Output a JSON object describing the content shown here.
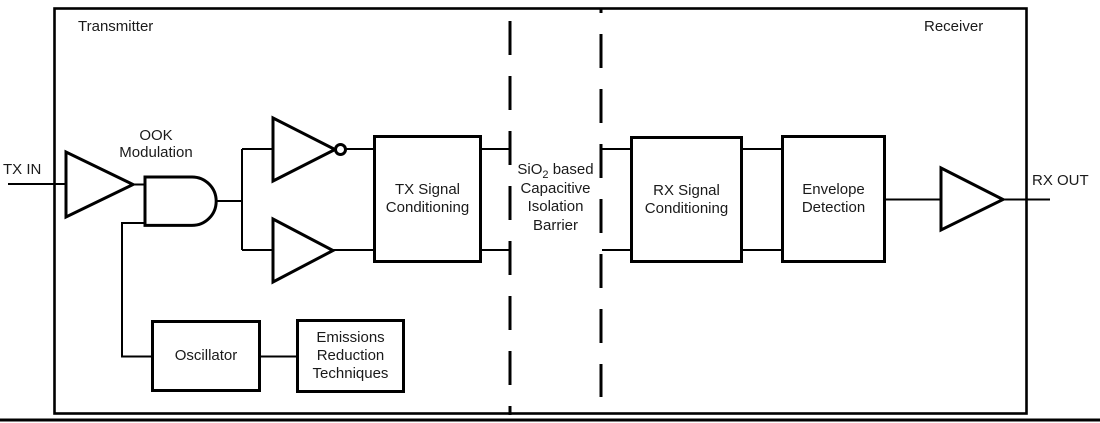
{
  "diagram": {
    "title_regions": {
      "transmitter": "Transmitter",
      "receiver": "Receiver"
    },
    "ports": {
      "tx_in": "TX IN",
      "rx_out": "RX OUT"
    },
    "annotations": {
      "ook_line1": "OOK",
      "ook_line2": "Modulation",
      "barrier_line1_pre": "SiO",
      "barrier_line1_sub": "2",
      "barrier_line1_post": " based",
      "barrier_line2": "Capacitive",
      "barrier_line3": "Isolation",
      "barrier_line4": "Barrier"
    },
    "blocks": {
      "tx_cond": {
        "line1": "TX Signal",
        "line2": "Conditioning"
      },
      "rx_cond": {
        "line1": "RX Signal",
        "line2": "Conditioning"
      },
      "envelope": {
        "line1": "Envelope",
        "line2": "Detection"
      },
      "oscillator": {
        "line1": "Oscillator"
      },
      "emissions": {
        "line1": "Emissions",
        "line2": "Reduction",
        "line3": "Techniques"
      }
    },
    "symbols": {
      "input_buffer": "buffer-amplifier",
      "modulator": "and-gate",
      "top_driver": "inverter",
      "bottom_driver": "buffer-amplifier",
      "output_buffer": "buffer-amplifier",
      "isolation_barrier": "dashed-capacitive-barrier"
    },
    "colors": {
      "stroke": "#000000",
      "background": "#ffffff",
      "text": "#1a1a1a"
    }
  }
}
